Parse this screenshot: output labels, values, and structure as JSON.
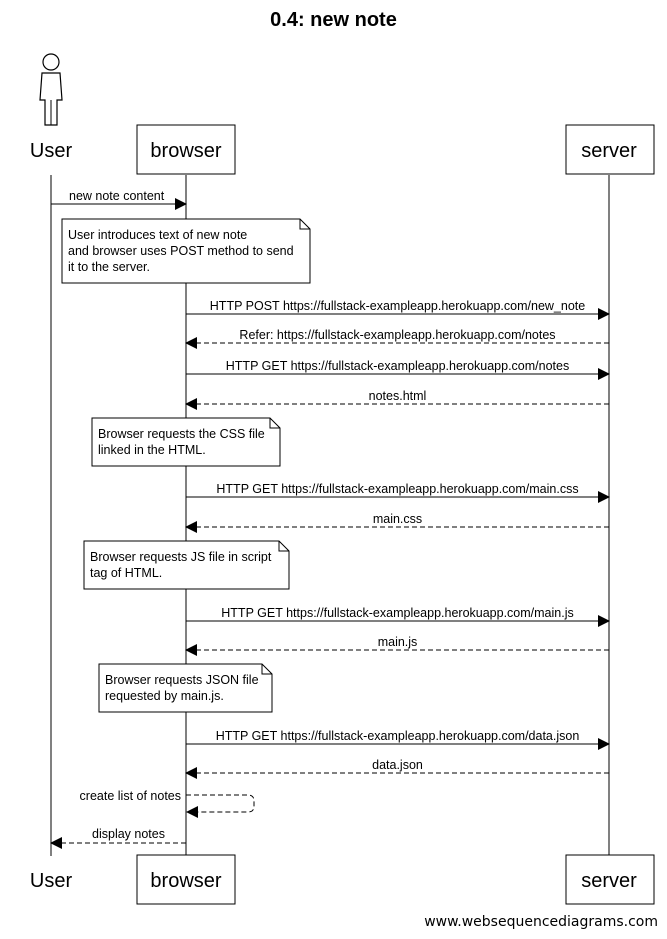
{
  "title": "0.4: new note",
  "footer": "www.websequencediagrams.com",
  "participants": [
    {
      "id": "user",
      "label": "User",
      "kind": "actor"
    },
    {
      "id": "browser",
      "label": "browser",
      "kind": "box"
    },
    {
      "id": "server",
      "label": "server",
      "kind": "box"
    }
  ],
  "steps": [
    {
      "type": "msg",
      "from": "user",
      "to": "browser",
      "label": "new note content",
      "style": "solid"
    },
    {
      "type": "note",
      "lines": [
        "User introduces text of new note",
        "and browser uses POST method to send",
        "it to the server."
      ]
    },
    {
      "type": "msg",
      "from": "browser",
      "to": "server",
      "label": "HTTP POST https://fullstack-exampleapp.herokuapp.com/new_note",
      "style": "solid"
    },
    {
      "type": "msg",
      "from": "server",
      "to": "browser",
      "label": "Refer: https://fullstack-exampleapp.herokuapp.com/notes",
      "style": "dashed"
    },
    {
      "type": "msg",
      "from": "browser",
      "to": "server",
      "label": "HTTP GET https://fullstack-exampleapp.herokuapp.com/notes",
      "style": "solid"
    },
    {
      "type": "msg",
      "from": "server",
      "to": "browser",
      "label": "notes.html",
      "style": "dashed"
    },
    {
      "type": "note",
      "lines": [
        "Browser requests the CSS file",
        "linked in the HTML."
      ]
    },
    {
      "type": "msg",
      "from": "browser",
      "to": "server",
      "label": "HTTP GET https://fullstack-exampleapp.herokuapp.com/main.css",
      "style": "solid"
    },
    {
      "type": "msg",
      "from": "server",
      "to": "browser",
      "label": "main.css",
      "style": "dashed"
    },
    {
      "type": "note",
      "lines": [
        "Browser requests JS file in script",
        "tag of HTML."
      ]
    },
    {
      "type": "msg",
      "from": "browser",
      "to": "server",
      "label": "HTTP GET https://fullstack-exampleapp.herokuapp.com/main.js",
      "style": "solid"
    },
    {
      "type": "msg",
      "from": "server",
      "to": "browser",
      "label": "main.js",
      "style": "dashed"
    },
    {
      "type": "note",
      "lines": [
        "Browser requests JSON file",
        "requested by main.js."
      ]
    },
    {
      "type": "msg",
      "from": "browser",
      "to": "server",
      "label": "HTTP GET https://fullstack-exampleapp.herokuapp.com/data.json",
      "style": "solid"
    },
    {
      "type": "msg",
      "from": "server",
      "to": "browser",
      "label": "data.json",
      "style": "dashed"
    },
    {
      "type": "self",
      "at": "browser",
      "label": "create list of notes",
      "style": "dashed"
    },
    {
      "type": "msg",
      "from": "browser",
      "to": "user",
      "label": "display notes",
      "style": "dashed"
    }
  ]
}
